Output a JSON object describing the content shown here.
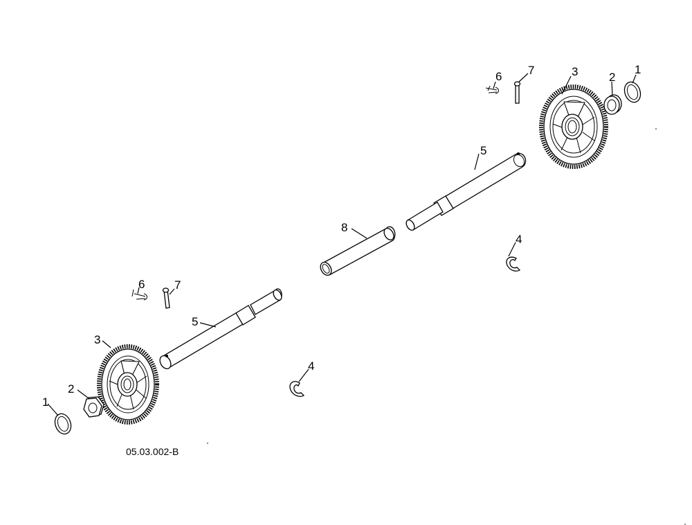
{
  "diagram": {
    "drawing_code": "05.03.002-B",
    "callouts": {
      "washer_right": "1",
      "bushing_right": "2",
      "gear_right": "3",
      "eclip_right": "4",
      "shaft_right": "5",
      "cotter_right": "6",
      "pin_right": "7",
      "tube_center": "8",
      "washer_left": "1",
      "bushing_left": "2",
      "gear_left": "3",
      "eclip_left": "4",
      "shaft_left": "5",
      "cotter_left": "6",
      "pin_left": "7"
    }
  }
}
